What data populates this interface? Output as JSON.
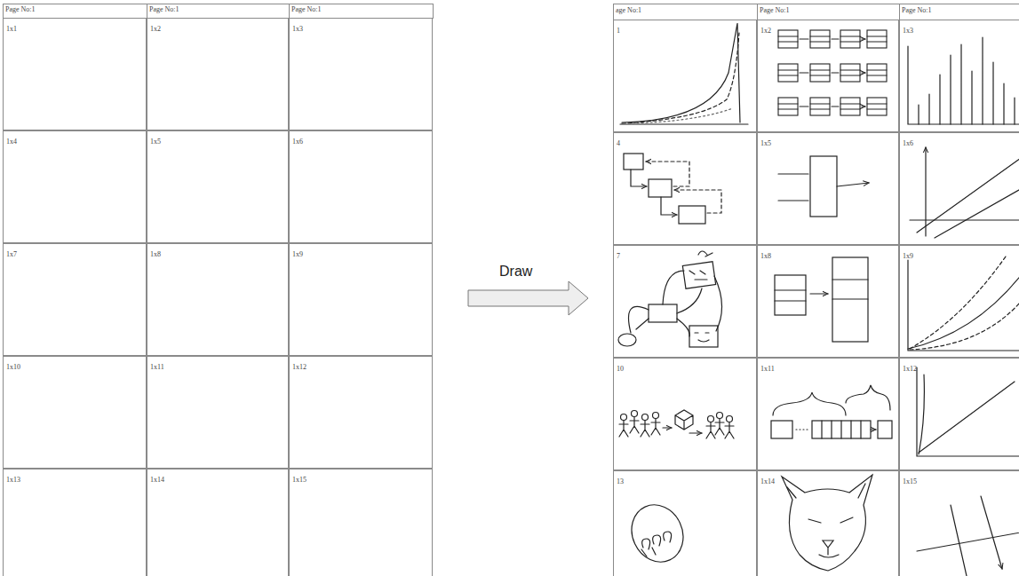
{
  "diagram": {
    "nodes": [
      {
        "text": [
          "1x1"
        ]
      },
      {
        "text": [
          "1x2"
        ]
      },
      {
        "text": [
          "1x3"
        ]
      },
      {
        "text": [
          "1x4"
        ]
      },
      {
        "text": [
          "1x5"
        ]
      },
      {
        "text": [
          "1x6"
        ]
      },
      {
        "text": [
          "1x7"
        ]
      },
      {
        "text": [
          "1x8"
        ]
      },
      {
        "text": [
          "1x9"
        ]
      },
      {
        "text": [
          "1x10"
        ]
      },
      {
        "text": [
          "1x11"
        ]
      },
      {
        "text": [
          "1x12"
        ]
      },
      {
        "text": [
          "1x13"
        ]
      },
      {
        "text": [
          "1x14"
        ]
      },
      {
        "text": [
          "1x15"
        ]
      },
      {
        "text": [
          "1"
        ]
      },
      {
        "text": [
          "1x2"
        ]
      },
      {
        "text": [
          "1x3"
        ]
      },
      {
        "text": [
          "4"
        ]
      },
      {
        "text": [
          "1x5"
        ]
      },
      {
        "text": [
          "1x6"
        ]
      },
      {
        "text": [
          "7"
        ]
      },
      {
        "text": [
          "1x8"
        ]
      },
      {
        "text": [
          "1x9"
        ]
      },
      {
        "text": [
          "10"
        ]
      },
      {
        "text": [
          "1x11"
        ]
      },
      {
        "text": [
          "1x12"
        ]
      },
      {
        "text": [
          "13"
        ]
      },
      {
        "text": [
          "1x14"
        ]
      },
      {
        "text": [
          "1x15"
        ]
      }
    ],
    "labels": [
      "Page No:1",
      "Page No:1",
      "Page No:1",
      "Draw",
      "age No:1",
      "Page No:1",
      "Page No:1"
    ]
  }
}
